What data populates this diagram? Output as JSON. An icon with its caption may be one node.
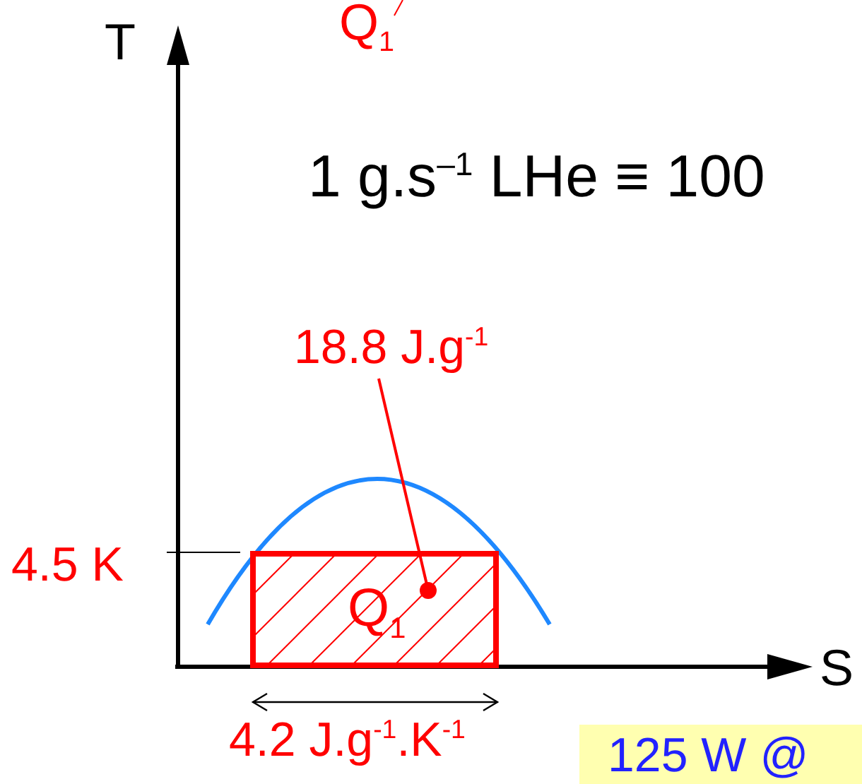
{
  "diagram": {
    "nodes": [
      {
        "text": [
          "Q$_{1}$"
        ]
      },
      {
        "text": [
          "18.8 J.g$^{-1}$"
        ]
      },
      {
        "text": [
          "125 W @"
        ]
      }
    ],
    "edges": [
      {
        "from": 1,
        "to": 0,
        "arrow": "other"
      }
    ],
    "labels": [
      "Q$_{1}$",
      "T",
      "1 g.s$^{–1}$ LHe ≡ 100",
      "4.5 K",
      "S",
      "4.2 J.g$^{-1}$.K$^{-1}$"
    ]
  }
}
